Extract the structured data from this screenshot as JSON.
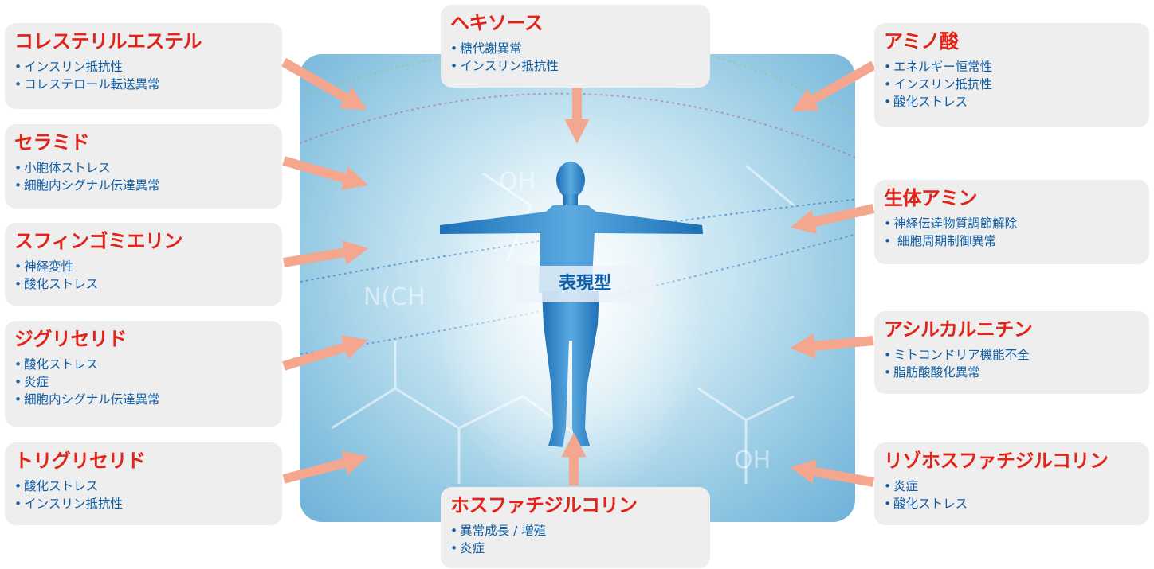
{
  "colors": {
    "title": "#e2231a",
    "text": "#0f5fa8",
    "card_bg": "#eeeeee",
    "arrow": "#f4a78e",
    "figure": "#2d86c9"
  },
  "center_label": "表現型",
  "cards": {
    "cholesteryl_ester": {
      "title": "コレステリルエステル",
      "items": [
        "インスリン抵抗性",
        "コレステロール転送異常"
      ]
    },
    "ceramide": {
      "title": "セラミド",
      "items": [
        "小胞体ストレス",
        "細胞内シグナル伝達異常"
      ]
    },
    "sphingomyelin": {
      "title": "スフィンゴミエリン",
      "items": [
        "神経変性",
        "酸化ストレス"
      ]
    },
    "diglyceride": {
      "title": "ジグリセリド",
      "items": [
        "酸化ストレス",
        "炎症",
        "細胞内シグナル伝達異常"
      ]
    },
    "triglyceride": {
      "title": "トリグリセリド",
      "items": [
        "酸化ストレス",
        "インスリン抵抗性"
      ]
    },
    "hexose": {
      "title": "ヘキソース",
      "items": [
        "糖代謝異常",
        "インスリン抵抗性"
      ]
    },
    "phosphatidylcholine": {
      "title": "ホスファチジルコリン",
      "items": [
        "異常成長 / 増殖",
        "炎症"
      ]
    },
    "amino_acid": {
      "title": "アミノ酸",
      "items": [
        "エネルギー恒常性",
        "インスリン抵抗性",
        "酸化ストレス"
      ]
    },
    "biogenic_amine": {
      "title": "生体アミン",
      "items": [
        "神経伝達物質調節解除",
        " 細胞周期制御異常"
      ]
    },
    "acylcarnitine": {
      "title": "アシルカルニチン",
      "items": [
        "ミトコンドリア機能不全",
        "脂肪酸酸化異常"
      ]
    },
    "lysophosphatidylcholine": {
      "title": "リゾホスファチジルコリン",
      "items": [
        "炎症",
        "酸化ストレス"
      ]
    }
  }
}
